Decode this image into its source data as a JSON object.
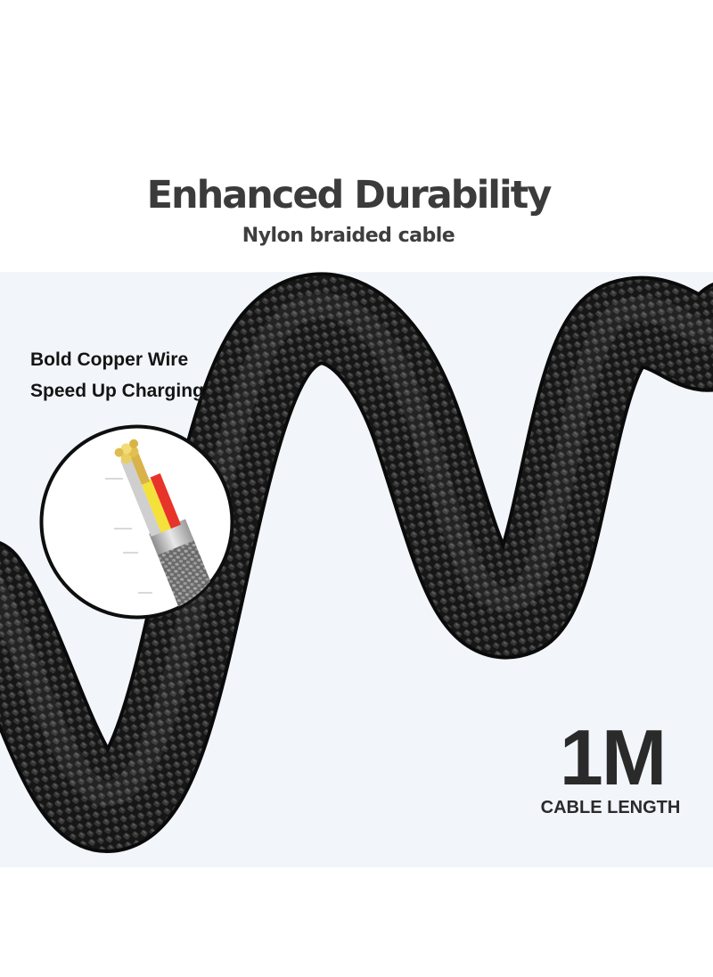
{
  "header": {
    "title": "Enhanced Durability",
    "subtitle": "Nylon braided cable"
  },
  "feature": {
    "line1": "Bold Copper Wire",
    "line2": "Speed Up Charging"
  },
  "length": {
    "value": "1M",
    "label": "CABLE LENGTH"
  },
  "colors": {
    "panel_background": "#f2f6fb",
    "cable_braid": "#1c1c1c",
    "text_dark": "#3b3b3b",
    "wire_red": "#e8332a",
    "wire_yellow": "#f4e23a",
    "copper": "#d8b24a"
  }
}
